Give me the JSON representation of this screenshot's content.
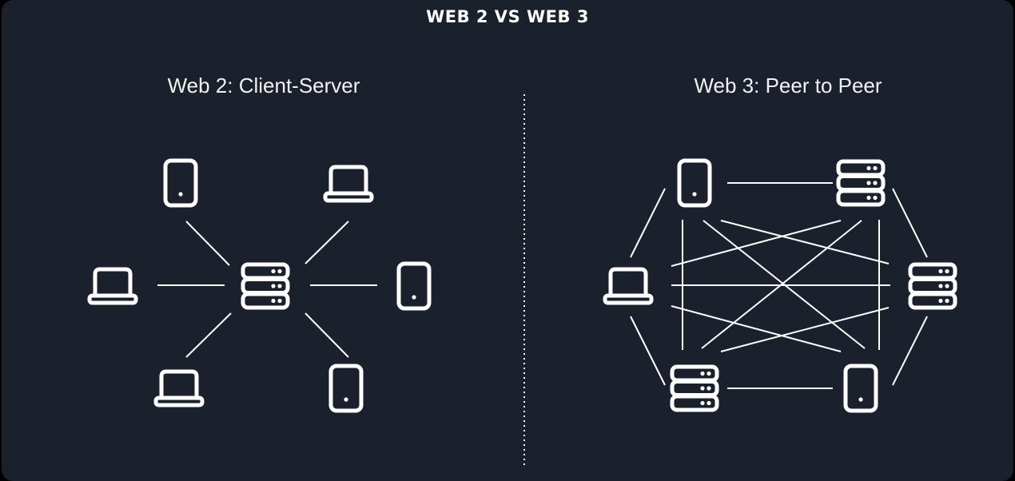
{
  "title": "WEB 2 VS WEB 3",
  "panels": [
    {
      "heading": "Web 2: Client-Server",
      "nodes": [
        {
          "id": "phone-top",
          "kind": "phone"
        },
        {
          "id": "laptop-top",
          "kind": "laptop"
        },
        {
          "id": "laptop-left",
          "kind": "laptop"
        },
        {
          "id": "server-center",
          "kind": "server"
        },
        {
          "id": "phone-right",
          "kind": "phone"
        },
        {
          "id": "laptop-bottom",
          "kind": "laptop"
        },
        {
          "id": "phone-bottom",
          "kind": "phone"
        }
      ]
    },
    {
      "heading": "Web 3: Peer to Peer",
      "nodes": [
        {
          "id": "phone-top",
          "kind": "phone"
        },
        {
          "id": "server-top",
          "kind": "server"
        },
        {
          "id": "laptop-left",
          "kind": "laptop"
        },
        {
          "id": "server-right",
          "kind": "server"
        },
        {
          "id": "server-bottom",
          "kind": "server"
        },
        {
          "id": "phone-bottom",
          "kind": "phone"
        }
      ]
    }
  ],
  "colors": {
    "background": "#1a202c",
    "foreground": "#ffffff"
  }
}
